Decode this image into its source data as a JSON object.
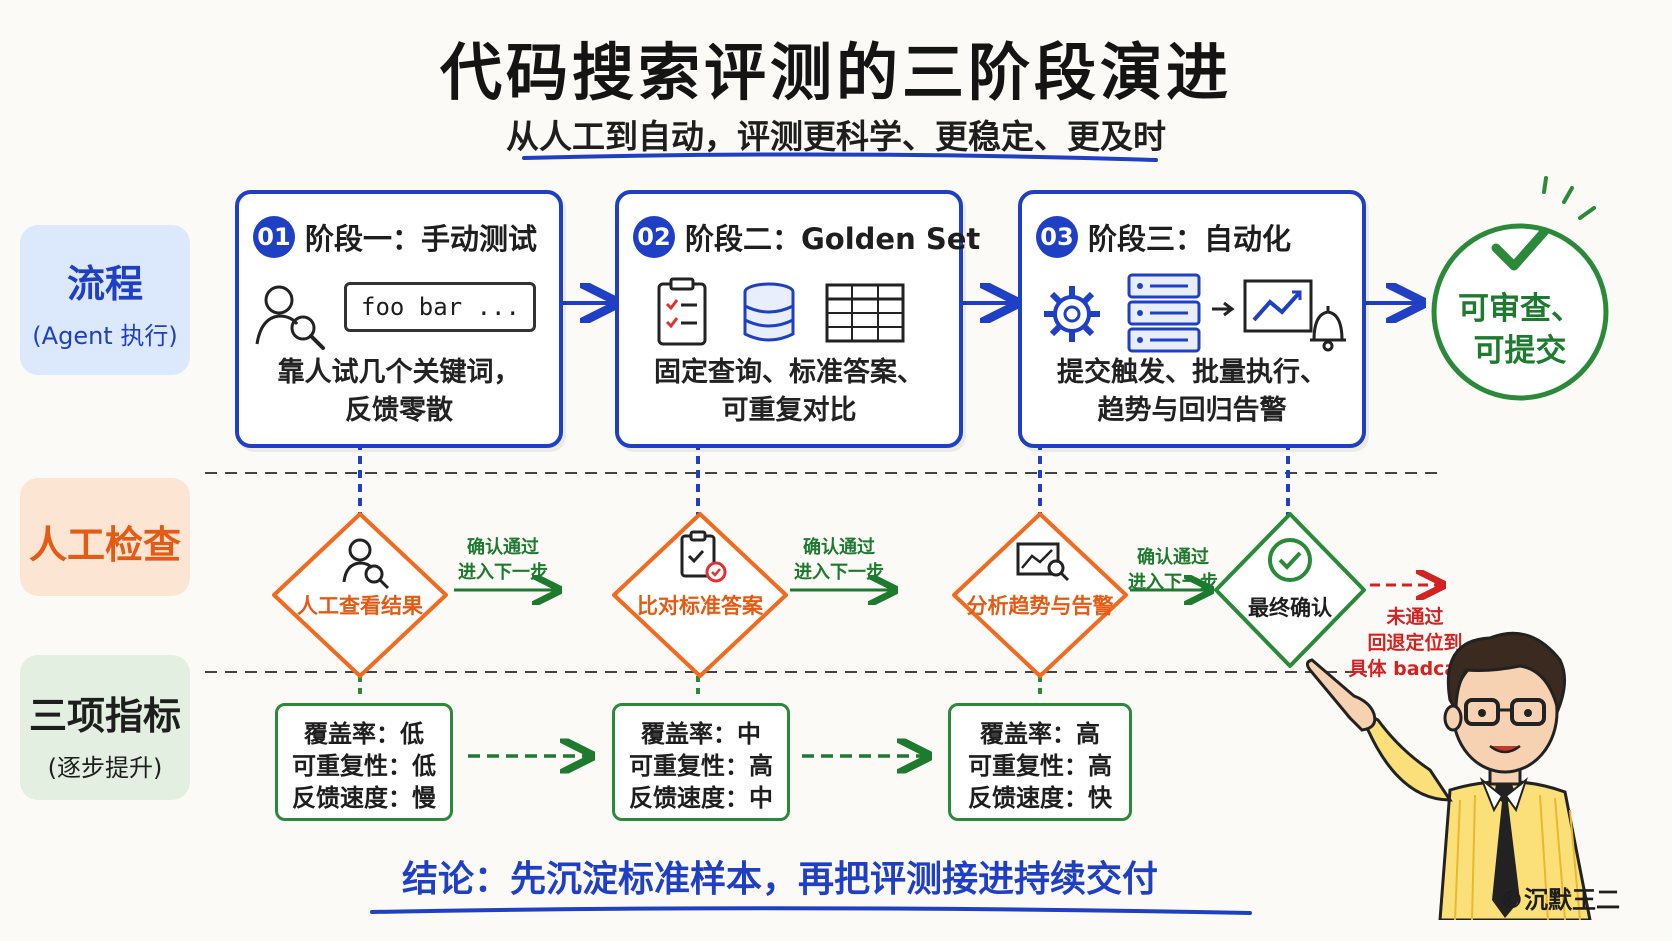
{
  "title": "代码搜索评测的三阶段演进",
  "subtitle": "从人工到自动，评测更科学、更稳定、更及时",
  "row_labels": {
    "flow": {
      "main": "流程",
      "sub": "(Agent 执行)"
    },
    "manual_check": {
      "main": "人工检查"
    },
    "metrics": {
      "main": "三项指标",
      "sub": "(逐步提升)"
    }
  },
  "stages": [
    {
      "number": "01",
      "title": "阶段一：手动测试",
      "query": "foo  bar  ...",
      "desc_line1": "靠人试几个关键词，",
      "desc_line2": "反馈零散"
    },
    {
      "number": "02",
      "title": "阶段二：Golden Set",
      "desc_line1": "固定查询、标准答案、",
      "desc_line2": "可重复对比"
    },
    {
      "number": "03",
      "title": "阶段三：自动化",
      "desc_line1": "提交触发、批量执行、",
      "desc_line2": "趋势与回归告警"
    }
  ],
  "final": {
    "line1": "可审查、",
    "line2": "可提交"
  },
  "checks": [
    {
      "label": "人工查看结果"
    },
    {
      "label": "比对标准答案"
    },
    {
      "label": "分析趋势与告警"
    },
    {
      "label": "最终确认"
    }
  ],
  "pass_label": {
    "line1": "确认通过",
    "line2": "进入下一步"
  },
  "fail_label": {
    "line1": "未通过",
    "line2": "回退定位到",
    "line3": "具体 badcase"
  },
  "metrics": [
    {
      "coverage": "覆盖率：低",
      "repeatability": "可重复性：低",
      "speed": "反馈速度：慢"
    },
    {
      "coverage": "覆盖率：中",
      "repeatability": "可重复性：高",
      "speed": "反馈速度：中"
    },
    {
      "coverage": "覆盖率：高",
      "repeatability": "可重复性：高",
      "speed": "反馈速度：快"
    }
  ],
  "conclusion": "结论：先沉淀标准样本，再把评测接进持续交付",
  "copyright": "©沉默王二",
  "colors": {
    "blue": "#1f3fc4",
    "orange": "#f26a1f",
    "green": "#2a8a3a",
    "red": "#d32222"
  }
}
